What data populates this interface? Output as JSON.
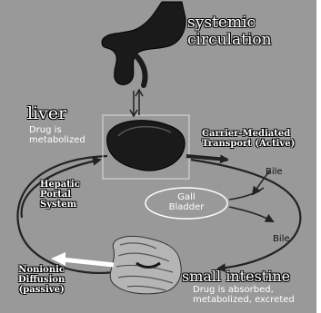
{
  "labels": {
    "systemic_circulation": [
      "systemic",
      "circulation"
    ],
    "liver": "liver",
    "liver_note": [
      "Drug is",
      "metabolized"
    ],
    "carrier_transport": [
      "Carrier-Mediated",
      "Transport (Active)"
    ],
    "bile_top": "Bile",
    "bile_bottom": "Bile",
    "gall_bladder": [
      "Gall",
      "Bladder"
    ],
    "hepatic_portal": [
      "Hepatic",
      "Portal",
      "System"
    ],
    "nonionic_diffusion": [
      "Nonionic",
      "Diffusion",
      "(passive)"
    ],
    "small_intestine": "small intestine",
    "intestine_note": [
      "Drug is absorbed,",
      "metabolized, excreted"
    ]
  },
  "colors": {
    "background": "#999999",
    "organ_dark": "#1a1a1a",
    "arrow": "#222222",
    "passive_arrow": "#ffffff"
  }
}
